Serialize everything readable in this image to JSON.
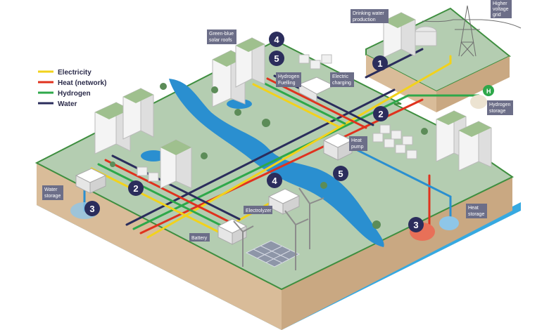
{
  "legend": {
    "items": [
      {
        "label": "Electricity",
        "color": "#f2d21b"
      },
      {
        "label": "Heat (network)",
        "color": "#e0321e"
      },
      {
        "label": "Hydrogen",
        "color": "#2ea84a"
      },
      {
        "label": "Water",
        "color": "#2b2d5c"
      }
    ]
  },
  "labels": {
    "drinking_water_1": "Drinking water",
    "drinking_water_2": "production",
    "higher_voltage_1": "Higher",
    "higher_voltage_2": "voltage",
    "higher_voltage_3": "grid",
    "green_blue_1": "Green-blue",
    "green_blue_2": "solar roofs",
    "hydrogen_fuelling_1": "Hydrogen",
    "hydrogen_fuelling_2": "Fuelling",
    "electric_charging_1": "Electric",
    "electric_charging_2": "charging",
    "hydrogen_storage_1": "Hydrogen",
    "hydrogen_storage_2": "storage",
    "heat_pump_1": "Heat",
    "heat_pump_2": "pump",
    "water_storage_1": "Water",
    "water_storage_2": "storage",
    "electrolyzer": "Electrolyzer",
    "battery": "Battery",
    "heat_storage_1": "Heat",
    "heat_storage_2": "storage",
    "h2": "H"
  },
  "badges": [
    "1",
    "2",
    "2",
    "3",
    "3",
    "4",
    "4",
    "5",
    "5"
  ],
  "colors": {
    "ground": "#b4cdb1",
    "soil": "#d7ba98",
    "water": "#2a8fd0",
    "badge": "#2b2d5c",
    "label_box": "#6c6e88"
  }
}
